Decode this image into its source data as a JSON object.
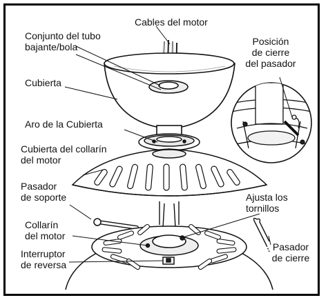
{
  "labels": {
    "cables": "Cables del motor",
    "tubo_line1": "Conjunto del tubo",
    "tubo_line2": "bajante/bola",
    "cubierta": "Cubierta",
    "posicion_line1": "Posición",
    "posicion_line2": "de cierre",
    "posicion_line3": "del pasador",
    "aro": "Aro de la Cubierta",
    "collarin_cub_line1": "Cubierta del collarín",
    "collarin_cub_line2": "del motor",
    "pasador_sop_line1": "Pasador",
    "pasador_sop_line2": "de soporte",
    "ajusta_line1": "Ajusta los",
    "ajusta_line2": "tornillos",
    "collarin_line1": "Collarín",
    "collarin_line2": "del motor",
    "interruptor_line1": "Interruptor",
    "interruptor_line2": "de reversa",
    "cierre_line1": "Pasador",
    "cierre_line2": "de cierre"
  }
}
